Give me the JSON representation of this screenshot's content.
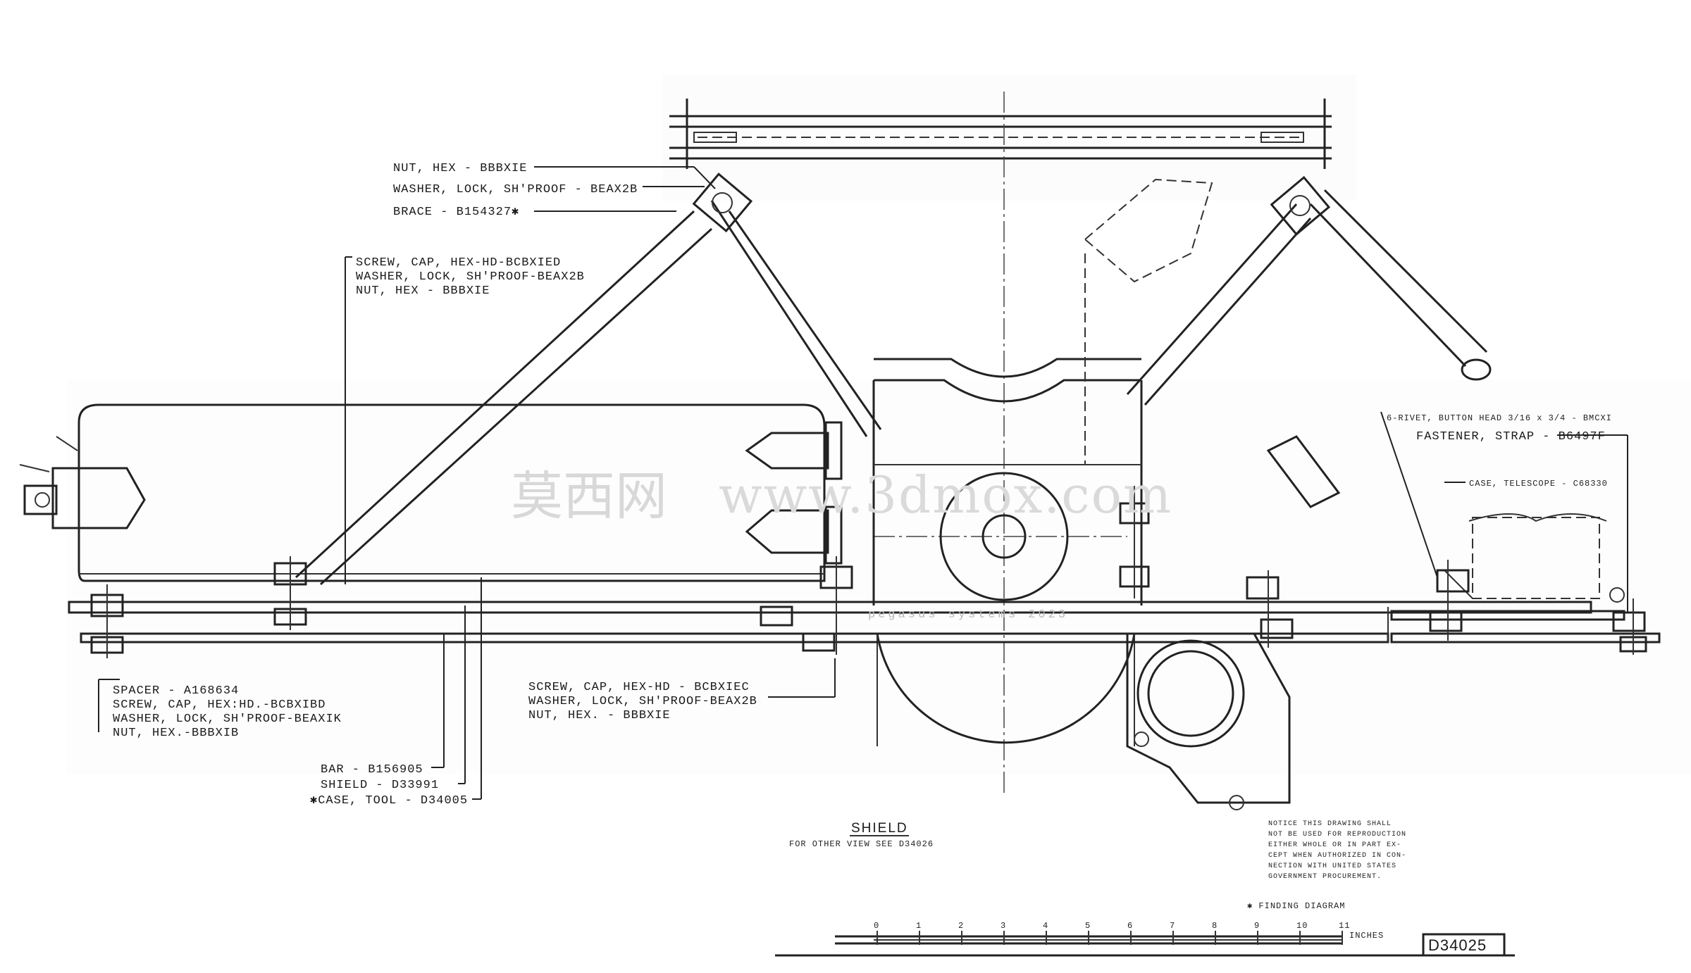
{
  "callouts": {
    "top_left": {
      "nut": "NUT, HEX - BBBXIE",
      "washer": "WASHER, LOCK, SH'PROOF - BEAX2B",
      "brace": "BRACE - B154327✱"
    },
    "brace_group": {
      "screw": "SCREW, CAP, HEX-HD-BCBXIED",
      "washer": "WASHER, LOCK, SH'PROOF-BEAX2B",
      "nut": "NUT, HEX - BBBXIE"
    },
    "bottom_left_group": {
      "spacer": "SPACER - A168634",
      "screw": "SCREW, CAP, HEX:HD.-BCBXIBD",
      "washer": "WASHER, LOCK, SH'PROOF-BEAXIK",
      "nut": "NUT, HEX.-BBBXIB"
    },
    "bottom_left_stack": {
      "bar": "BAR - B156905",
      "shield": "SHIELD - D33991",
      "case_tool": "✱CASE, TOOL - D34005"
    },
    "bottom_center_group": {
      "screw": "SCREW, CAP, HEX-HD - BCBXIEC",
      "washer": "WASHER, LOCK, SH'PROOF-BEAX2B",
      "nut": "NUT, HEX. - BBBXIE"
    },
    "right_group": {
      "rivet": "6-RIVET, BUTTON HEAD 3/16 x 3/4 - BMCXI",
      "fastener": "FASTENER, STRAP - B6497F",
      "telescope": "CASE, TELESCOPE - C68330"
    }
  },
  "title_block": {
    "title": "SHIELD",
    "subtitle": "FOR OTHER VIEW SEE D34026",
    "finding_diagram": "✱ FINDING DIAGRAM",
    "drawing_number": "D34025",
    "scale_unit": "INCHES",
    "scale_ticks": [
      "0",
      "1",
      "2",
      "3",
      "4",
      "5",
      "6",
      "7",
      "8",
      "9",
      "10",
      "11"
    ],
    "notice_lines": [
      "NOTICE THIS DRAWING SHALL",
      "NOT BE USED FOR REPRODUCTION",
      "EITHER WHOLE OR IN PART EX-",
      "CEPT WHEN AUTHORIZED IN CON-",
      "NECTION WITH UNITED STATES",
      "GOVERNMENT PROCUREMENT."
    ]
  },
  "watermarks": {
    "chinese": "莫西网",
    "url": "www.3dmox.com",
    "credit": "pegasus  systems  2023"
  }
}
